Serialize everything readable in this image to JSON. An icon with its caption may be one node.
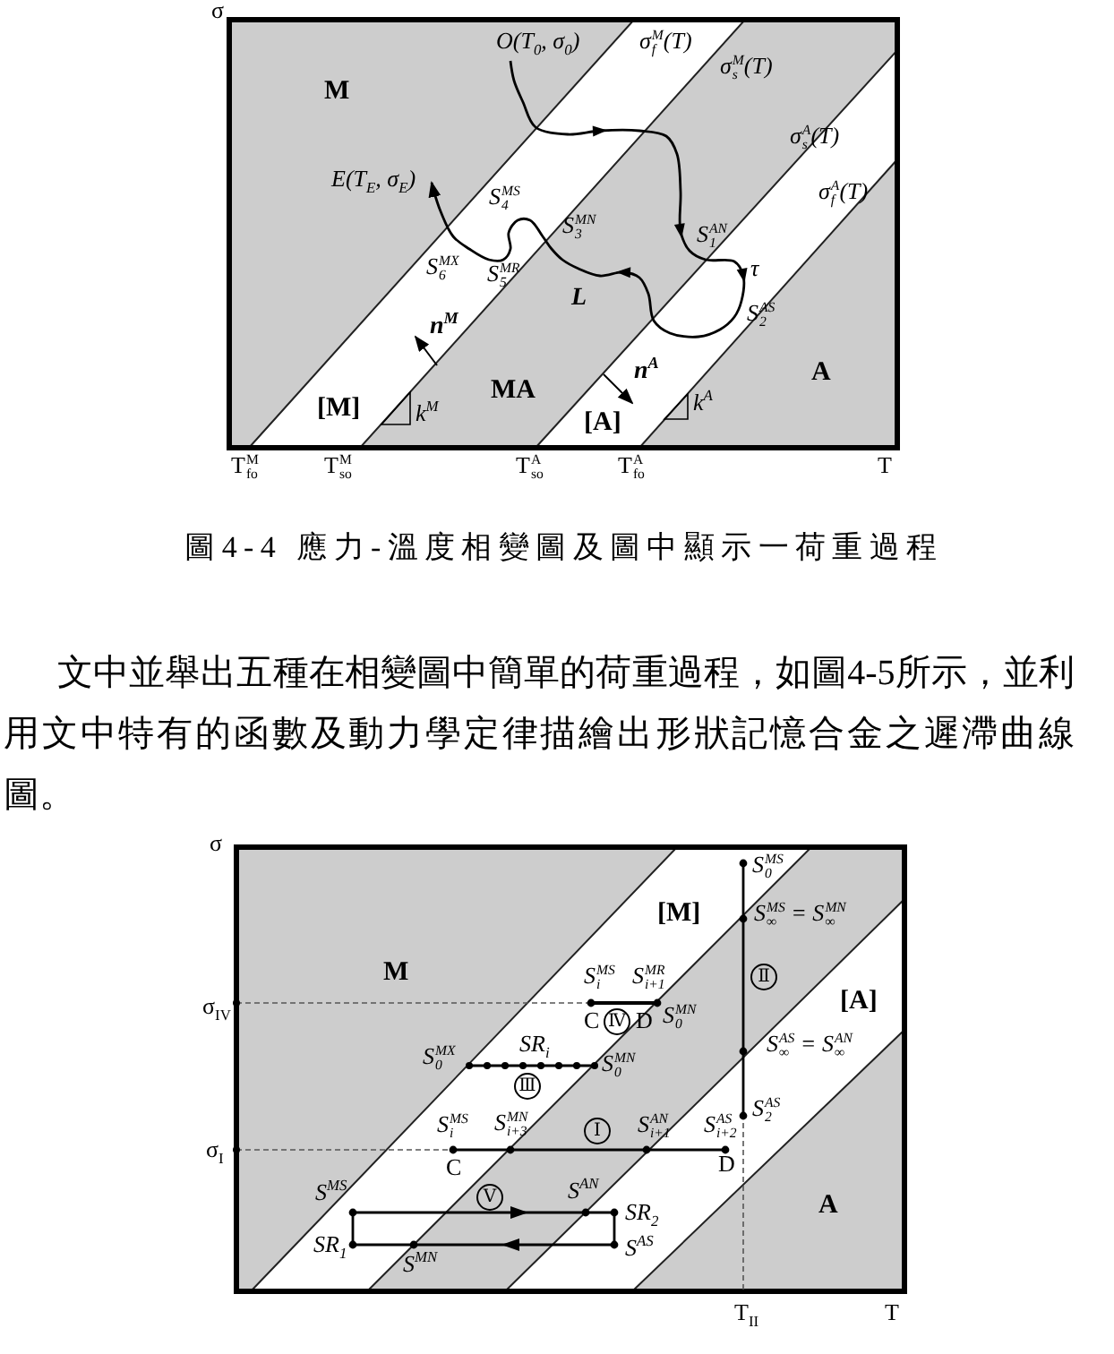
{
  "diagram": {
    "caption": "圖4-4 應力-溫度相變圖及圖中顯示一荷重過程",
    "labels": [
      "σ",
      "O(T$_{0}$, σ$_{0}$)",
      "σ$_{f}$$^{M}$(T)",
      "M",
      "σ$_{s}$$^{M}$(T)",
      "σ$_{s}$$^{A}$(T)",
      "E(T$_{E}$, σ$_{E}$)",
      "S$_{4}$$^{MS}$",
      "σ$_{f}$$^{A}$(T)",
      "S$_{3}$$^{MN}$",
      "S$_{1}$$^{AN}$",
      "S$_{6}$$^{MX}$",
      "S$_{5}$$^{MR}$",
      "τ",
      "n$^{M}$",
      "L",
      "S$_{2}$$^{AS}$",
      "MA",
      "n$^{A}$",
      "A",
      "[M]",
      "k$^{M}$",
      "[A]",
      "k$^{A}$",
      "T$_{fo}$$^{M}$",
      "T$_{so}$$^{M}$",
      "T$_{so}$$^{A}$",
      "T$_{fo}$$^{A}$",
      "T",
      "文中並舉出五種在相變圖中簡單的荷重過程，如圖4-5所示，並利用文中特有的函數及動力學定律描繪出形狀記憶合金之遲滯曲線圖。",
      "σ",
      "S$_{0}$$^{MS}$",
      "[M]",
      "S$_{∞}$$^{MS}$ = S$_{∞}$$^{MN}$",
      "M",
      "S$_{i}$$^{MS}$",
      "S$_{i+1}$$^{MR}$",
      "Ⅱ",
      "σ$_{IV}$",
      "C",
      "Ⅳ",
      "D",
      "S$_{0}$$^{MN}$",
      "[A]",
      "S$_{0}$$^{MX}$",
      "SR$_{i}$",
      "S$_{0}$$^{MN}$",
      "S$_{∞}$$^{AS}$ = S$_{∞}$$^{AN}$",
      "Ⅲ",
      "S$_{i}$$^{MS}$",
      "S$_{i+3}$$^{MN}$",
      "Ⅰ",
      "S$_{i+1}$$^{AN}$",
      "S$_{i+2}$$^{AS}$",
      "S$_{2}$$^{AS}$",
      "σ$_{I}$",
      "C",
      "D",
      "S$^{MS}$",
      "Ⅴ",
      "S$^{AN}$",
      "SR$_{2}$",
      "A",
      "SR$_{1}$",
      "S$^{MN}$",
      "S$^{AS}$",
      "T$_{II}$",
      "T"
    ]
  }
}
